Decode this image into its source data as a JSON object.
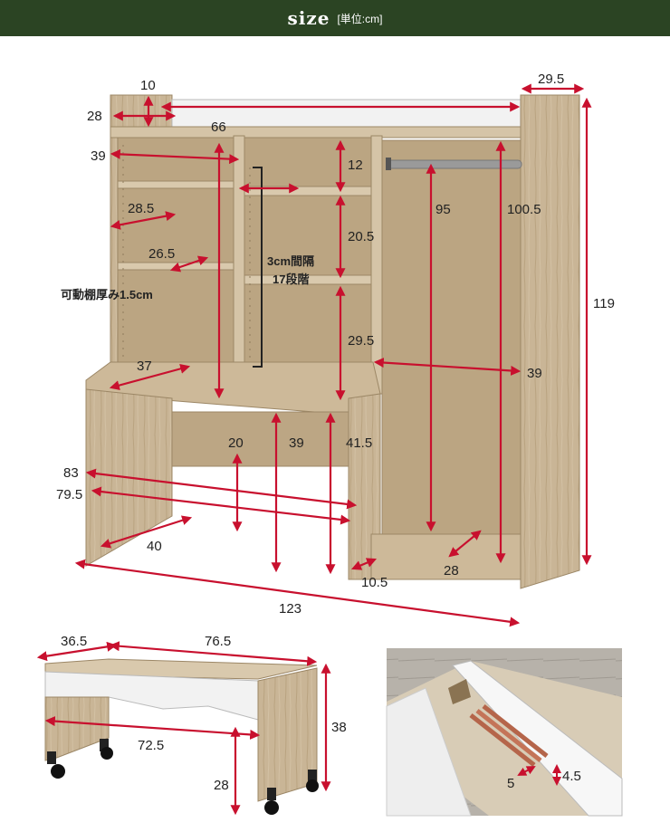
{
  "header": {
    "title": "size",
    "unit": "[単位:cm]"
  },
  "labels": {
    "d10": "10",
    "d29_5": "29.5",
    "d28a": "28",
    "d66": "66",
    "d39a": "39",
    "d12": "12",
    "d28_5": "28.5",
    "d95": "95",
    "d100_5": "100.5",
    "d20_5": "20.5",
    "d26_5": "26.5",
    "note_pitch": "3cm間隔",
    "note_steps": "17段階",
    "note_shelf": "可動棚厚み1.5cm",
    "d119": "119",
    "d29_5b": "29.5",
    "d37": "37",
    "d39b": "39",
    "d20": "20",
    "d39c": "39",
    "d41_5": "41.5",
    "d83": "83",
    "d79_5": "79.5",
    "d40": "40",
    "d10_5": "10.5",
    "d28b": "28",
    "d123": "123",
    "d36_5": "36.5",
    "d76_5": "76.5",
    "d38": "38",
    "d72_5": "72.5",
    "d28c": "28",
    "d5": "5",
    "d4_5": "4.5"
  },
  "colors": {
    "header": "#2b4423",
    "arrow": "#c8102e",
    "wood": "#c9b596",
    "wood_dark": "#a8936f",
    "white_panel": "#f2f2f2"
  }
}
